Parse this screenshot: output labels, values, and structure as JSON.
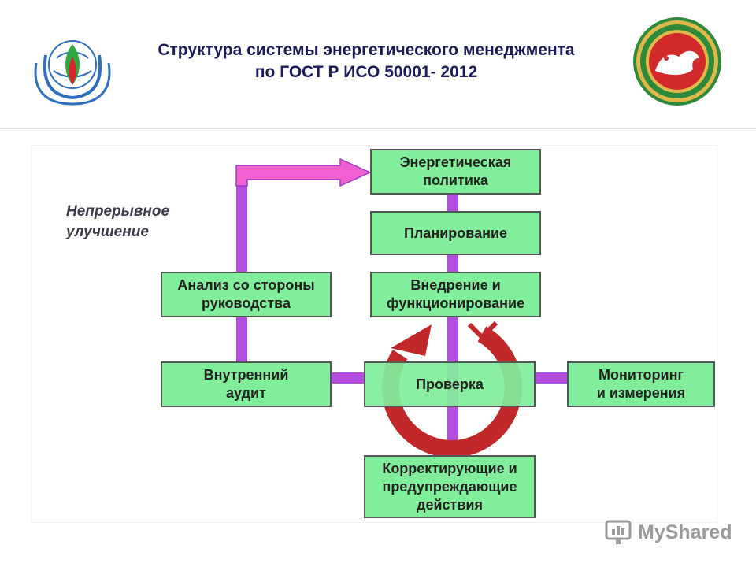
{
  "header": {
    "title_line1": "Структура системы энергетического менеджмента",
    "title_line2": "по  ГОСТ Р ИСО 50001- 2012"
  },
  "diagram": {
    "side_label_line1": "Непрерывное",
    "side_label_line2": "улучшение",
    "boxes": {
      "energy_policy": [
        "Энергетическая",
        "политика"
      ],
      "planning": [
        "Планирование"
      ],
      "implementation": [
        "Внедрение и",
        "функционирование"
      ],
      "management_review": [
        "Анализ со стороны",
        "руководства"
      ],
      "internal_audit": [
        "Внутренний",
        "аудит"
      ],
      "checking": [
        "Проверка"
      ],
      "monitoring": [
        "Мониторинг",
        "и измерения"
      ],
      "corrective": [
        "Корректирующие и",
        "предупреждающие",
        "действия"
      ]
    }
  },
  "colors": {
    "box_fill": "#80ee9a",
    "connector": "#b24fe0",
    "arrow_fill": "#f060d0",
    "cycle_arrow": "#c0282a",
    "title_text": "#1b1b5a"
  },
  "watermark": {
    "text": "MyShared"
  }
}
